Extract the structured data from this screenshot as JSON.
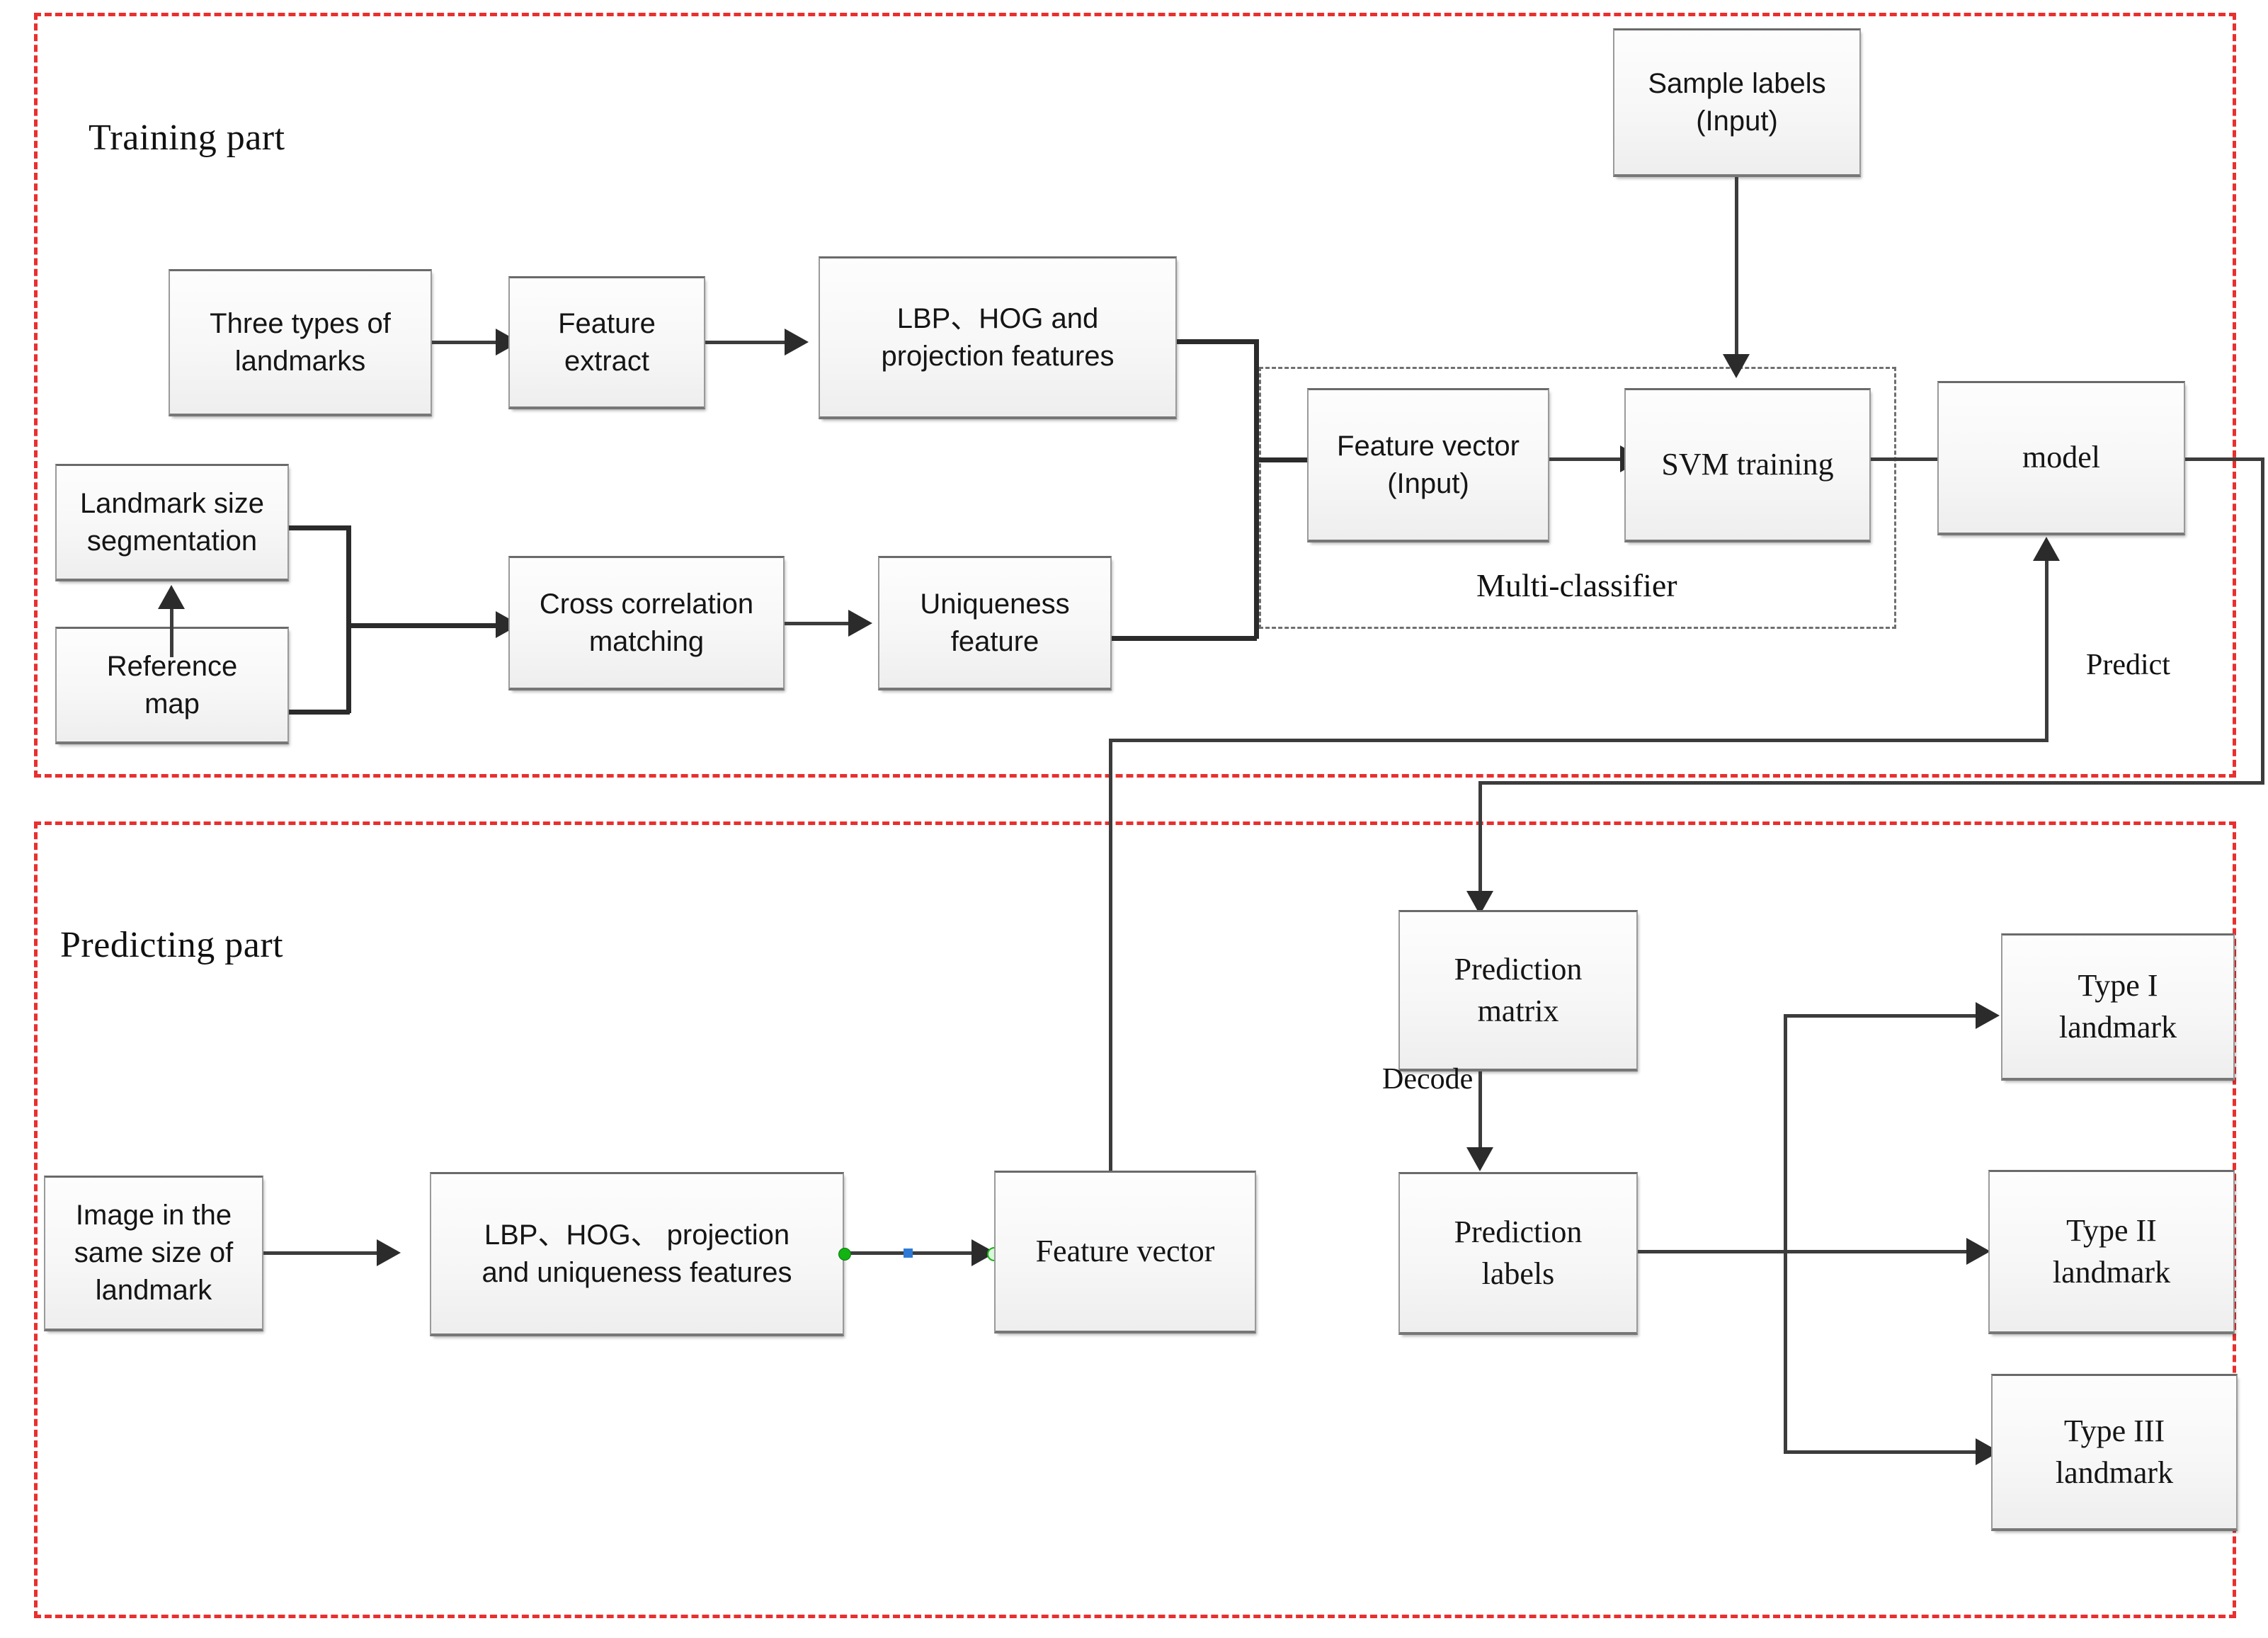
{
  "sections": {
    "training": {
      "title": "Training part"
    },
    "predicting": {
      "title": "Predicting part"
    }
  },
  "groups": {
    "multi_classifier": {
      "label": "Multi-classifier"
    }
  },
  "nodes": {
    "three_types": "Three types of\nlandmarks",
    "feature_extract": "Feature\nextract",
    "lbp_hog_projection": "LBP、HOG and\nprojection features",
    "landmark_size_segmentation": "Landmark size\nsegmentation",
    "reference_map": "Reference\nmap",
    "cross_correlation": "Cross correlation\nmatching",
    "uniqueness_feature": "Uniqueness\nfeature",
    "sample_labels": "Sample labels\n(Input)",
    "feature_vector_input": "Feature vector\n(Input)",
    "svm_training": "SVM training",
    "model": "model",
    "image_same_size": "Image in the\nsame size of\nlandmark",
    "lbp_hog_projection_uniqueness": "LBP、HOG、 projection\nand uniqueness features",
    "feature_vector": "Feature vector",
    "prediction_matrix": "Prediction\nmatrix",
    "prediction_labels": "Prediction\nlabels",
    "type_i": "Type I\nlandmark",
    "type_ii": "Type II\nlandmark",
    "type_iii": "Type III\nlandmark"
  },
  "edge_labels": {
    "predict": "Predict",
    "decode": "Decode"
  },
  "colors": {
    "section_border": "#e8302f",
    "group_border": "#6f6f6f",
    "connector": "#3c3c3c",
    "node_border": "#9a9a9a",
    "handle_endpoint": "#12b312",
    "handle_midpoint": "#2f7ad6"
  }
}
